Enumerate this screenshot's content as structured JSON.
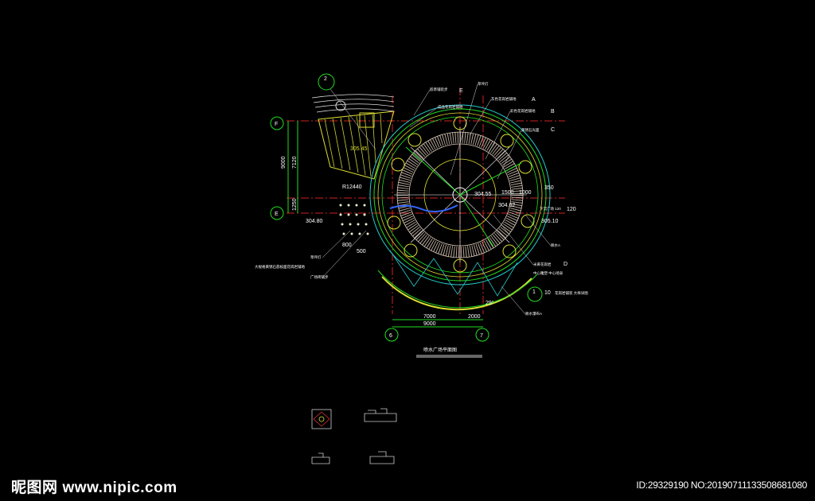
{
  "drawing": {
    "title": "喷水广场平面图",
    "grid_labels": {
      "F": "F",
      "E": "E",
      "6": "6",
      "7": "7",
      "detail_2": "2",
      "detail_1": "1"
    },
    "row_labels": [
      "A",
      "B",
      "C",
      "D",
      "E"
    ],
    "elevations": [
      "304.80",
      "305.10",
      "304.55",
      "304.62",
      "305.45",
      "305.10"
    ],
    "radius_label": "R12440",
    "vertical_dims": [
      "9000",
      "7120",
      "1250"
    ],
    "bottom_dims": [
      "7000",
      "2000",
      "9000"
    ],
    "right_dims": [
      "350",
      "120",
      "1500",
      "1000"
    ],
    "misc_dims": [
      "10",
      "29°",
      "500",
      "800"
    ],
    "callouts_top": [
      "嵌草铺装步",
      "成品花岗岩铺地",
      "草坪灯",
      "灰色花岗岩铺地",
      "彩色花岗岩铺地",
      "黄锈石光面"
    ],
    "callouts_left": [
      "草坪灯",
      "大规格黄锈石荔枝面花岗岩铺地",
      "广场砖铺步"
    ],
    "callouts_right": [
      "跌水A",
      "米黄花岗岩",
      "中心雕塑 中心喷泉",
      "花岗岩铺装 大样详图",
      "跌水瀑布A",
      "下沉广场 120"
    ],
    "colors": {
      "background": "#000000",
      "axis": "#cc2222",
      "green": "#22dd22",
      "yellow": "#dddd33",
      "cyan": "#22cccc",
      "white": "#ffffff",
      "orange": "#dd8833"
    }
  },
  "watermark": {
    "logo": "昵图网",
    "url": "www.nipic.com",
    "id_text": "ID:29329190 NO:20190711133508681080"
  }
}
